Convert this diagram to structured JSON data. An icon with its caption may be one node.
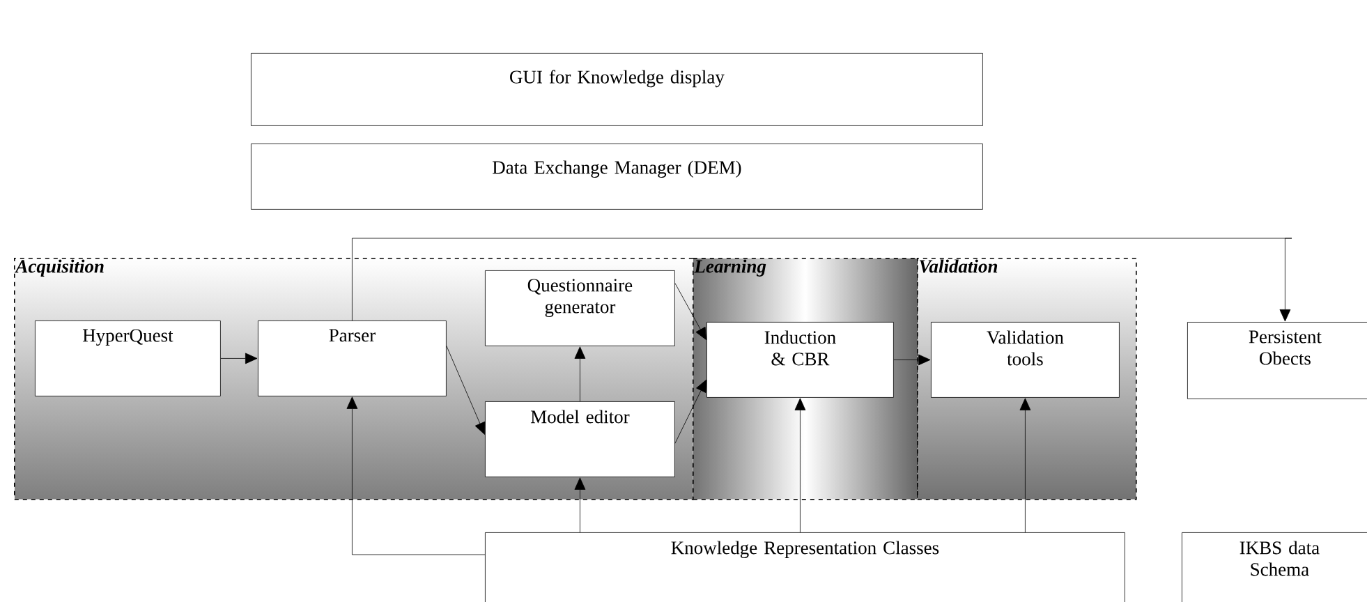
{
  "diagram": {
    "nodes": [
      {
        "text": [
          "GUI for Knowledge display"
        ]
      },
      {
        "text": [
          "Data Exchange Manager (DEM)"
        ]
      },
      {
        "text": [
          "Acquisition"
        ]
      },
      {
        "text": [
          "Learning"
        ]
      },
      {
        "text": [
          "Validation"
        ]
      },
      {
        "text": [
          "HyperQuest"
        ],
        "in": 2
      },
      {
        "text": [
          "Parser"
        ],
        "in": 2
      },
      {
        "text": [
          "Questionnaire generator"
        ],
        "in": 2
      },
      {
        "text": [
          "Model editor"
        ],
        "in": 2
      },
      {
        "text": [
          "Induction & CBR"
        ],
        "in": 3
      },
      {
        "text": [
          "Validation tools"
        ],
        "in": 4
      },
      {
        "text": [
          "Persistent Obects"
        ]
      },
      {
        "text": [
          "Knowledge Representation Classes"
        ]
      },
      {
        "text": [
          "IKBS data Schema"
        ]
      }
    ],
    "edges": [
      {
        "from": 5,
        "to": 6,
        "arrow": "to"
      },
      {
        "from": 6,
        "to": 8,
        "arrow": "to"
      },
      {
        "from": 8,
        "to": 7,
        "arrow": "to"
      },
      {
        "from": 7,
        "to": 9,
        "arrow": "to"
      },
      {
        "from": 8,
        "to": 9,
        "arrow": "to"
      },
      {
        "from": 9,
        "to": 10,
        "arrow": "to"
      },
      {
        "from": 6,
        "to": 11,
        "arrow": "to"
      },
      {
        "from": 12,
        "to": 6,
        "arrow": "to"
      },
      {
        "from": 12,
        "to": 8,
        "arrow": "to"
      },
      {
        "from": 12,
        "to": 9,
        "arrow": "to"
      },
      {
        "from": 12,
        "to": 10,
        "arrow": "to"
      }
    ]
  }
}
